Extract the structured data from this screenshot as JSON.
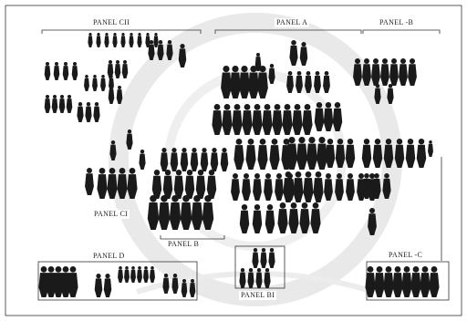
{
  "panels": {
    "panel_a": "PANEL A",
    "panel_b": "PANEL B",
    "panel_bi": "PANEL BI",
    "panel_c": "PANEL -C",
    "panel_ci": "PANEL CI",
    "panel_cii": "PANEL CII",
    "panel_d": "PANEL D",
    "panel_neg_b": "PANEL -B"
  },
  "colors": {
    "ink": "#1a1a1a",
    "frame": "#333333",
    "watermark": "#d8d8d8",
    "background": "#ffffff"
  }
}
